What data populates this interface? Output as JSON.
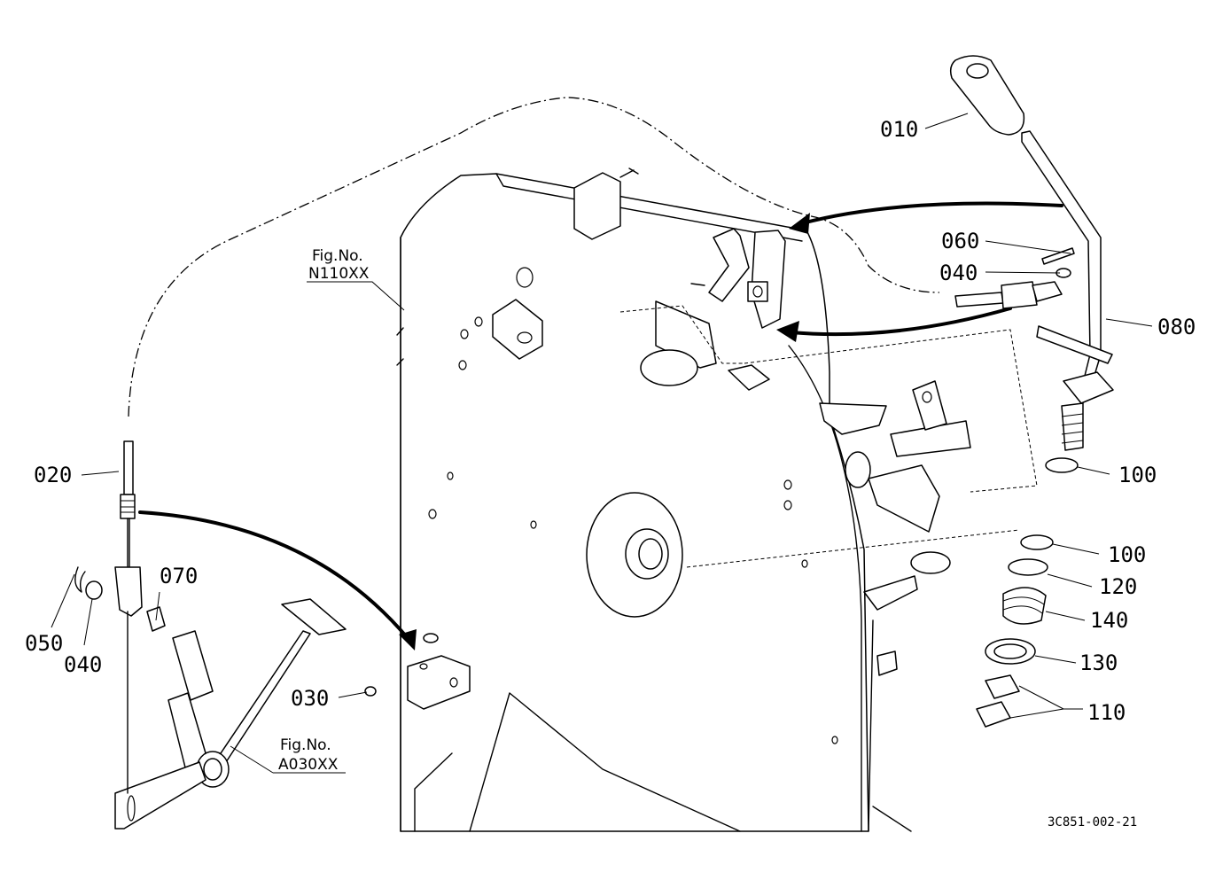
{
  "diagram_id": "3C851-002-21",
  "parts": [
    {
      "key": "p010",
      "label": "010"
    },
    {
      "key": "p020",
      "label": "020"
    },
    {
      "key": "p030",
      "label": "030"
    },
    {
      "key": "p040a",
      "label": "040"
    },
    {
      "key": "p040b",
      "label": "040"
    },
    {
      "key": "p050",
      "label": "050"
    },
    {
      "key": "p060",
      "label": "060"
    },
    {
      "key": "p070",
      "label": "070"
    },
    {
      "key": "p080",
      "label": "080"
    },
    {
      "key": "p100a",
      "label": "100"
    },
    {
      "key": "p100b",
      "label": "100"
    },
    {
      "key": "p110",
      "label": "110"
    },
    {
      "key": "p120",
      "label": "120"
    },
    {
      "key": "p130",
      "label": "130"
    },
    {
      "key": "p140",
      "label": "140"
    }
  ],
  "references": [
    {
      "key": "fig_n110",
      "caption": "Fig.No.",
      "code": "N110XX"
    },
    {
      "key": "fig_a030",
      "caption": "Fig.No.",
      "code": "A030XX"
    }
  ]
}
